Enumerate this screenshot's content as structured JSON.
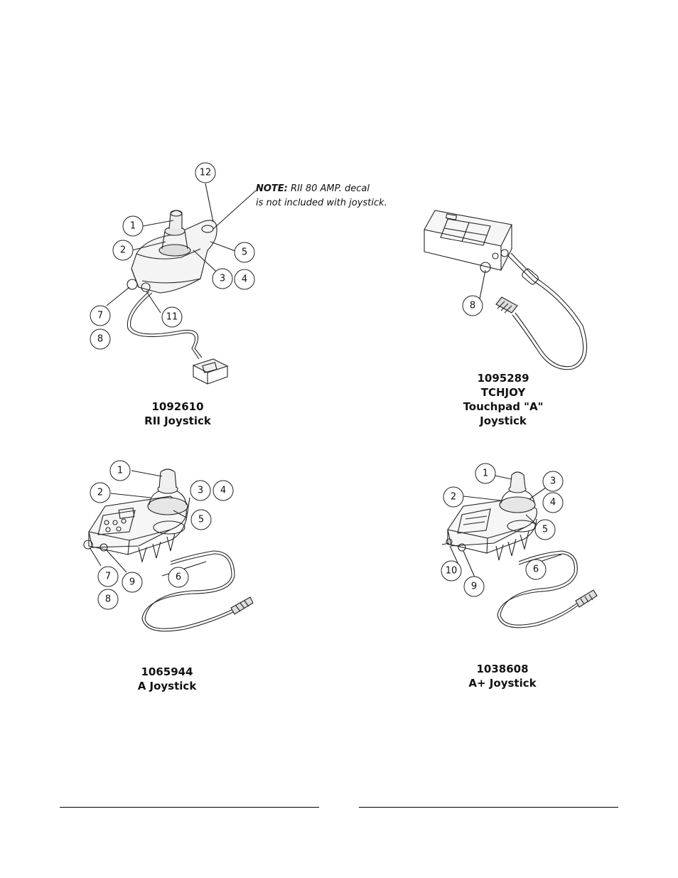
{
  "note": {
    "label": "NOTE:",
    "line1": "RII 80 AMP. decal",
    "line2": "is not included with joystick."
  },
  "figures": [
    {
      "id": "rii",
      "part_number": "1092610",
      "name": "RII Joystick",
      "callouts": [
        "1",
        "2",
        "3",
        "4",
        "5",
        "7",
        "8",
        "11",
        "12"
      ]
    },
    {
      "id": "tchjoy",
      "part_number": "1095289",
      "name_line1": "TCHJOY",
      "name_line2": "Touchpad \"A\"",
      "name_line3": "Joystick",
      "callouts": [
        "8"
      ]
    },
    {
      "id": "a",
      "part_number": "1065944",
      "name": "A Joystick",
      "callouts": [
        "1",
        "2",
        "3",
        "4",
        "5",
        "6",
        "7",
        "8",
        "9"
      ]
    },
    {
      "id": "aplus",
      "part_number": "1038608",
      "name": "A+ Joystick",
      "callouts": [
        "1",
        "2",
        "3",
        "4",
        "5",
        "6",
        "9",
        "10"
      ]
    }
  ]
}
